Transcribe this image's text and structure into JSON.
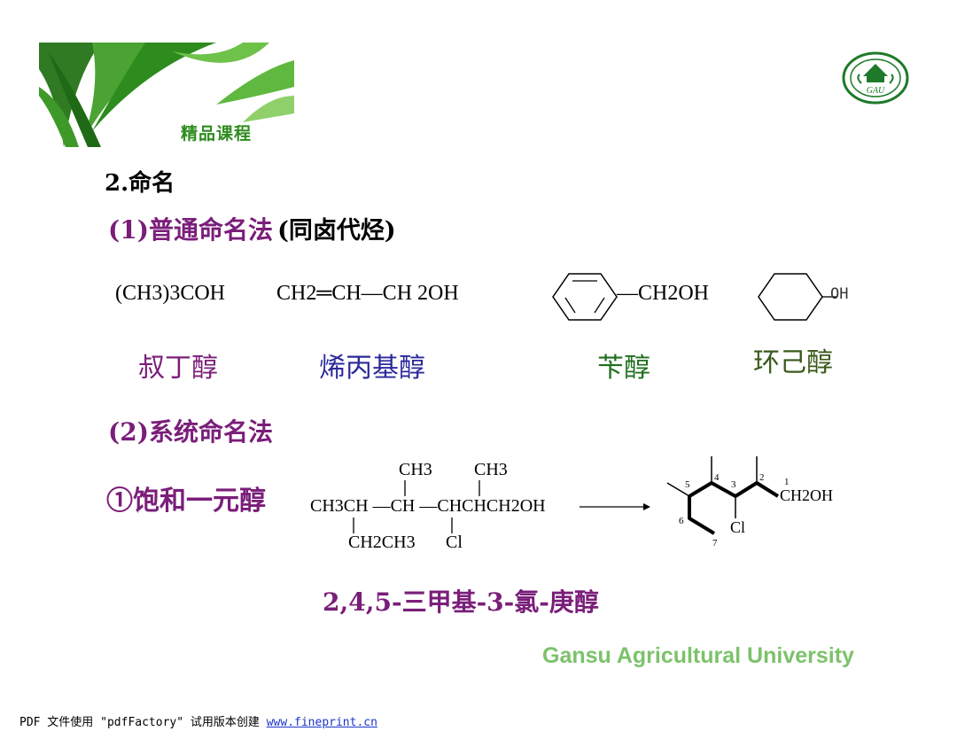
{
  "banner": {
    "caption": "精品课程"
  },
  "logo": {
    "text": "GAU"
  },
  "section_title": "2.命名",
  "subsection1": {
    "title": "(1)普通命名法",
    "note": "(同卤代烃)"
  },
  "common_names": {
    "f1": "(CH3)3COH",
    "f2": "CH2═CH—CH 2OH",
    "f3": "—CH2OH",
    "f4": "OH",
    "n1": "叔丁醇",
    "n2": "烯丙基醇",
    "n3": "苄醇",
    "n4": "环己醇"
  },
  "subsection2": {
    "title": "(2)系统命名法"
  },
  "saturated": {
    "label": "①饱和一元醇",
    "ch3_a": "CH3",
    "ch3_b": "CH3",
    "main_chain": "CH3CH —CH —CHCHCH2OH",
    "sub_ethyl": "CH2CH3",
    "sub_cl": "Cl",
    "skel_ch2oh": "CH2OH",
    "skel_cl": "Cl",
    "nums": [
      "1",
      "2",
      "3",
      "4",
      "5",
      "6",
      "7"
    ],
    "iupac": "2,4,5-三甲基-3-氯-庚醇"
  },
  "footer": {
    "university": "Gansu Agricultural University",
    "pdf_text": "PDF 文件使用 \"pdfFactory\" 试用版本创建 ",
    "pdf_link": "www.fineprint.cn"
  },
  "colors": {
    "purple": "#7a1e7a",
    "navy": "#2b2a9a",
    "green": "#1f6e1f",
    "olive": "#3a5a1a",
    "banner_green": "#7cc26b"
  }
}
